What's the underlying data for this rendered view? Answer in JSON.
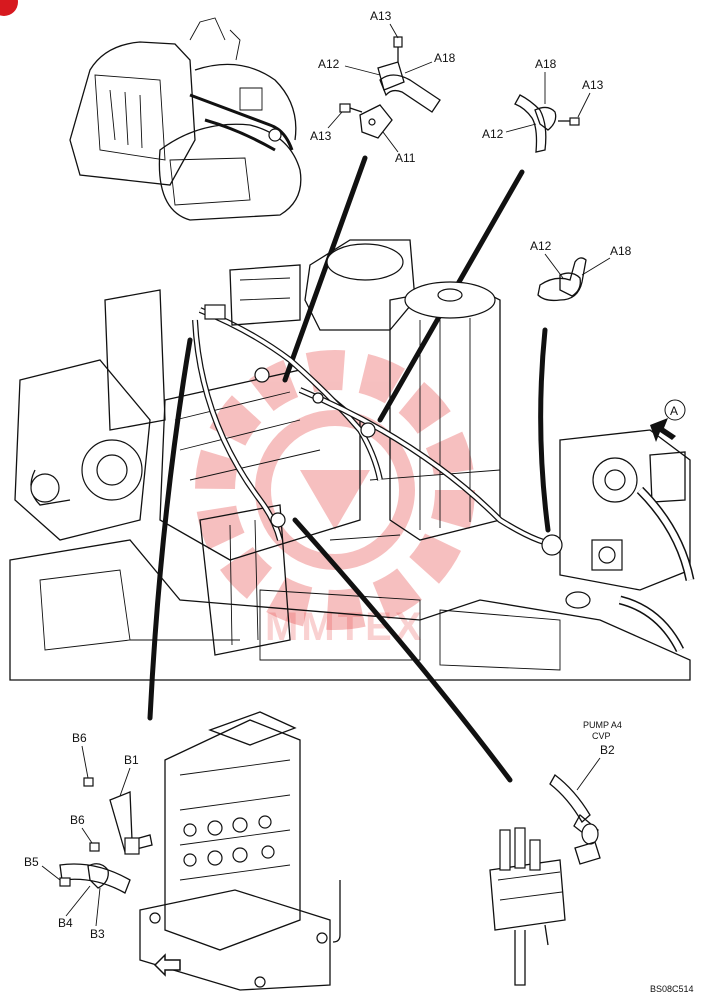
{
  "labels": {
    "a13_top": "A13",
    "a12_top": "A12",
    "a18_top": "A18",
    "a13_left": "A13",
    "a11": "A11",
    "a18_mid": "A18",
    "a13_mid": "A13",
    "a12_mid": "A12",
    "a12_right": "A12",
    "a18_right": "A18",
    "view_a": "A",
    "b6_top": "B6",
    "b1": "B1",
    "b6_mid": "B6",
    "b5": "B5",
    "b4": "B4",
    "b3": "B3",
    "pump_a4": "PUMP A4",
    "cvp": "CVP",
    "b2": "B2",
    "drawing_code": "BS08C514",
    "watermark": "MMTEX"
  },
  "icons": {
    "page_marker": "page-marker-badge",
    "view_arrow": "view-direction-arrow-icon",
    "front_arrow": "front-direction-arrow-icon"
  },
  "colors": {
    "line": "#111111",
    "background": "#ffffff",
    "watermark": "#e84a4a",
    "marker": "#d7191f"
  }
}
